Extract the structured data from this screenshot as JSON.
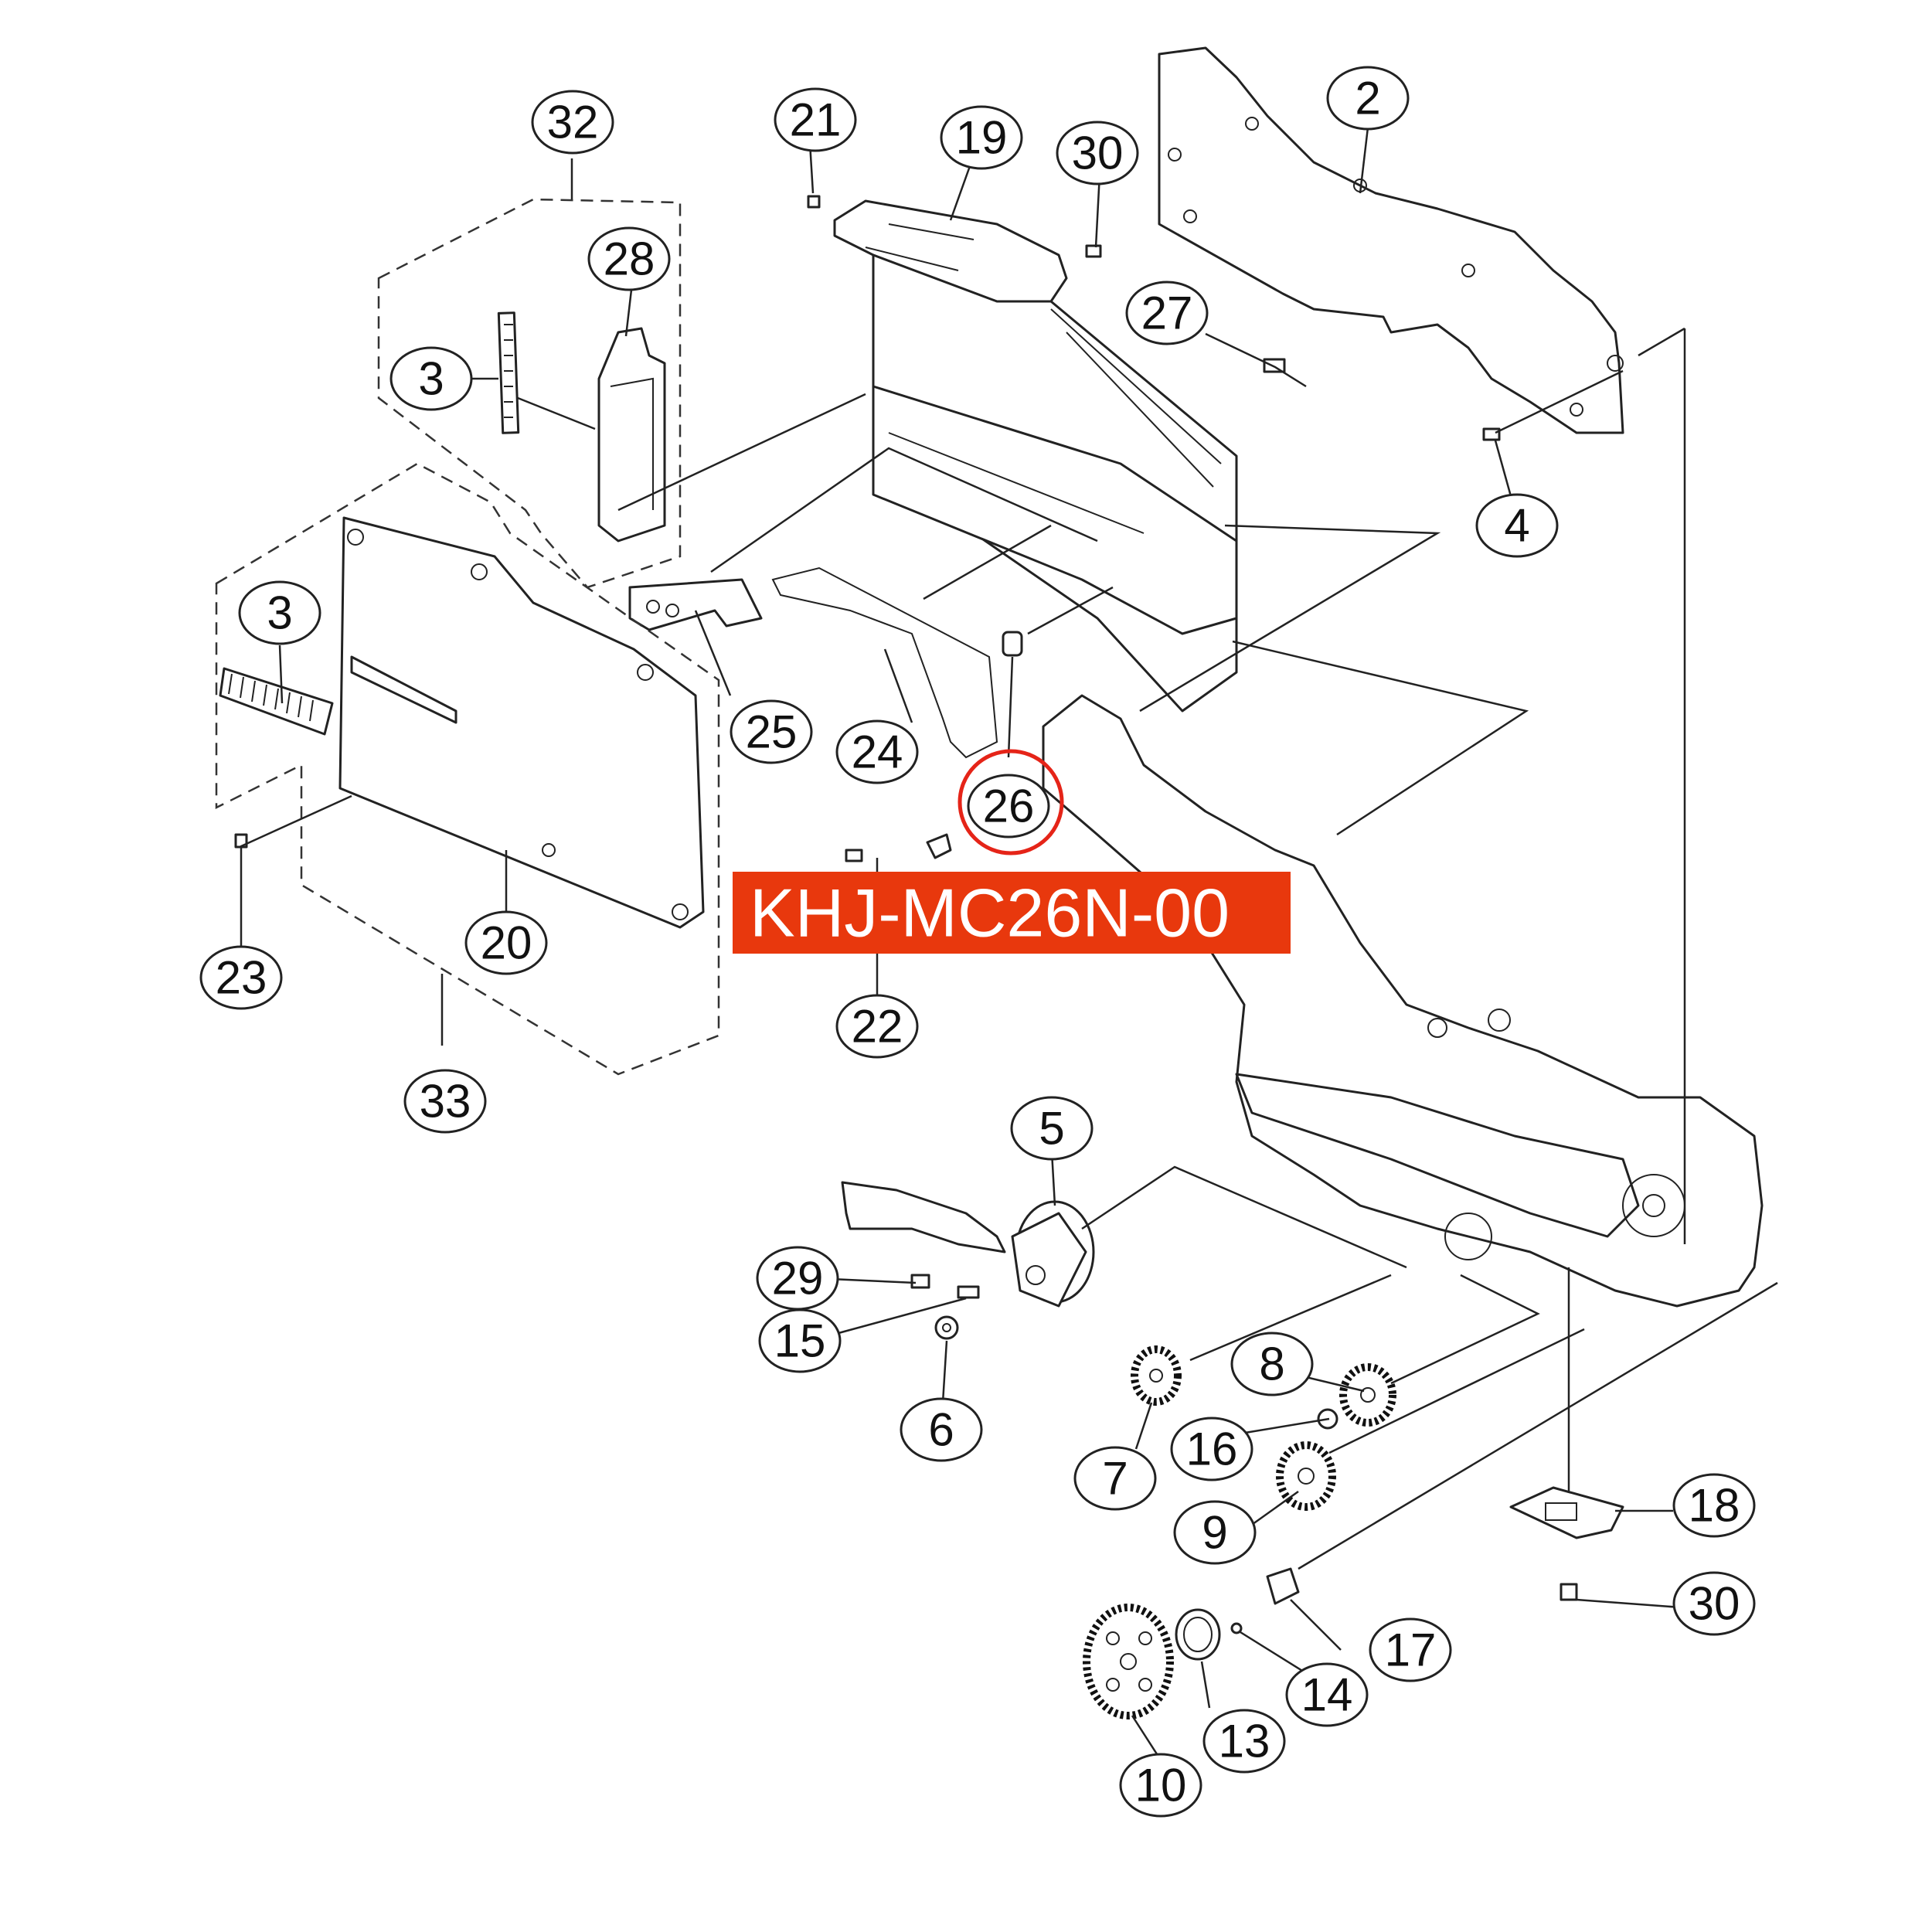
{
  "callouts": [
    {
      "id": "32",
      "label": "32"
    },
    {
      "id": "21",
      "label": "21"
    },
    {
      "id": "19",
      "label": "19"
    },
    {
      "id": "30a",
      "label": "30"
    },
    {
      "id": "2",
      "label": "2"
    },
    {
      "id": "28",
      "label": "28"
    },
    {
      "id": "27",
      "label": "27"
    },
    {
      "id": "3a",
      "label": "3"
    },
    {
      "id": "4",
      "label": "4"
    },
    {
      "id": "3b",
      "label": "3"
    },
    {
      "id": "25",
      "label": "25"
    },
    {
      "id": "24",
      "label": "24"
    },
    {
      "id": "26",
      "label": "26"
    },
    {
      "id": "20",
      "label": "20"
    },
    {
      "id": "23",
      "label": "23"
    },
    {
      "id": "22",
      "label": "22"
    },
    {
      "id": "33",
      "label": "33"
    },
    {
      "id": "5",
      "label": "5"
    },
    {
      "id": "29",
      "label": "29"
    },
    {
      "id": "15",
      "label": "15"
    },
    {
      "id": "6",
      "label": "6"
    },
    {
      "id": "8",
      "label": "8"
    },
    {
      "id": "16",
      "label": "16"
    },
    {
      "id": "7",
      "label": "7"
    },
    {
      "id": "9",
      "label": "9"
    },
    {
      "id": "18",
      "label": "18"
    },
    {
      "id": "30b",
      "label": "30"
    },
    {
      "id": "17",
      "label": "17"
    },
    {
      "id": "14",
      "label": "14"
    },
    {
      "id": "13",
      "label": "13"
    },
    {
      "id": "10",
      "label": "10"
    }
  ],
  "highlight": {
    "callout": "26",
    "color": "#e52418"
  },
  "part_number_banner": {
    "text": "KHJ-MC26N-00",
    "background": "#e8380d",
    "text_color": "#ffffff"
  }
}
